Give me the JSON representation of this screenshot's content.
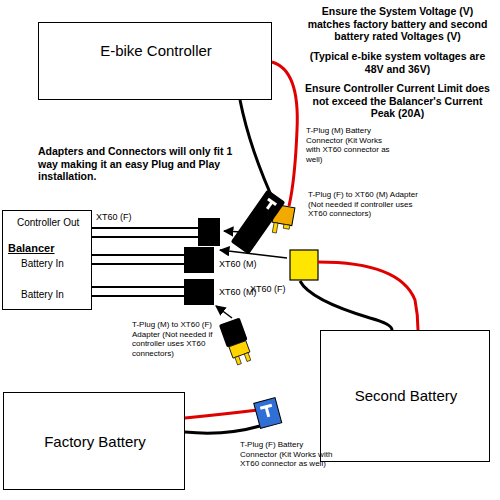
{
  "diagram": {
    "nodes": [
      {
        "text": [
          "E-bike Controller"
        ]
      },
      {
        "text": [
          "Controller Out",
          "Balancer",
          "Battery In",
          "Battery In"
        ]
      },
      {
        "text": [
          "Second Battery"
        ]
      },
      {
        "text": [
          "Factory Battery"
        ]
      }
    ],
    "labels": [
      "Ensure the System Voltage (V) matches factory battery and second battery rated Voltages (V)",
      "(Typical e-bike system voltages are 48V and 36V)",
      "Ensure Controller Current Limit does not exceed the Balancer's Current Peak (20A)",
      "Adapters and Connectors will only fit 1 way making it an easy Plug and Play installation.",
      "T-Plug (M) Battery Connector (Kit Works with XT60 connector as well)",
      "T-Plug (F) to XT60 (M) Adapter (Not needed if controller uses XT60 connectors)",
      "XT60 (F)",
      "XT60 (M)",
      "XT60 (M)",
      "XT60 (F)",
      "T-Plug (M) to XT60 (F) Adapter (Not needed if controller uses XT60 connectors)",
      "T-Plug (F) Battery Connector (Kit Works with XT60 connector as well)"
    ]
  }
}
